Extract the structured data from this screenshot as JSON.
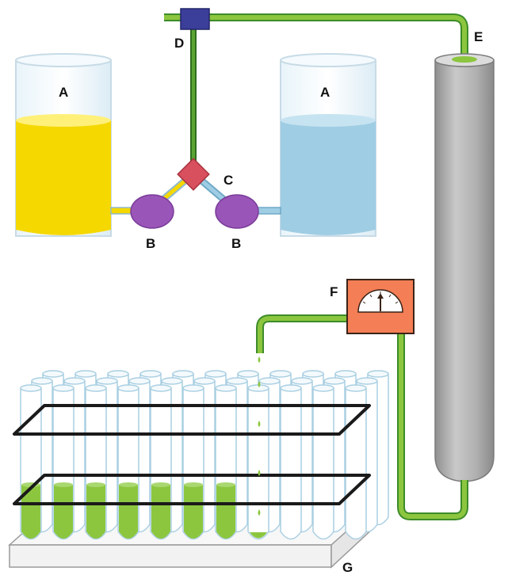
{
  "labels": {
    "reservoir_left": "A",
    "reservoir_right": "A",
    "pump_left": "B",
    "pump_right": "B",
    "mixer": "C",
    "injector": "D",
    "column": "E",
    "detector": "F",
    "collector": "G"
  },
  "colors": {
    "yellow_solvent": "#f5d800",
    "blue_solvent": "#9fcde4",
    "pump": "#9a55b8",
    "mixer": "#d8505e",
    "injector": "#3b3f9a",
    "tubing": "#8cc63f",
    "tubing_dark": "#3d8c2a",
    "column": "#a8a8a8",
    "detector": "#f47e55",
    "sample_fill": "#8cc63f",
    "tube_glass": "#cfe6f2"
  },
  "rack": {
    "columns": 11,
    "rows": 3,
    "filled_tubes": 7,
    "collecting_tube_index": 7
  }
}
